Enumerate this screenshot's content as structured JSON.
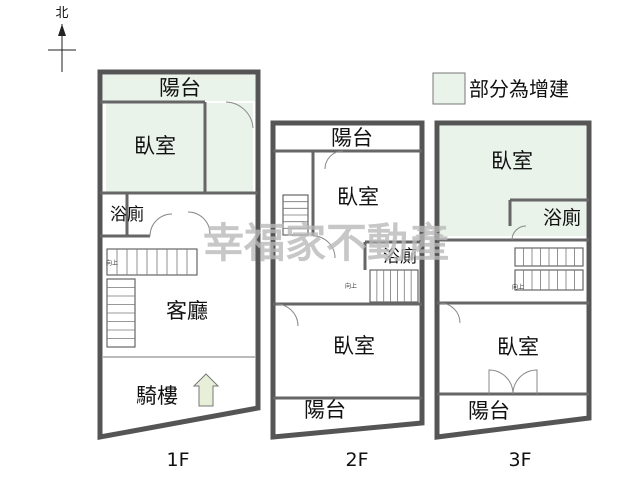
{
  "compass": {
    "north_label": "北"
  },
  "legend": {
    "label": "部分為增建",
    "color": "#eaf3ea"
  },
  "watermark": "幸福家不動產",
  "floors": [
    {
      "name": "1F",
      "rooms": {
        "balcony_top": "陽台",
        "bedroom": "臥室",
        "bathroom": "浴廁",
        "living": "客廳",
        "arcade": "騎樓"
      },
      "stair_labels": {
        "up": "向上"
      }
    },
    {
      "name": "2F",
      "rooms": {
        "balcony_top": "陽台",
        "bedroom_front": "臥室",
        "bathroom": "浴廁",
        "bedroom_rear": "臥室",
        "balcony_bottom": "陽台"
      },
      "stair_labels": {
        "up": "向上"
      }
    },
    {
      "name": "3F",
      "rooms": {
        "bedroom_front": "臥室",
        "bathroom": "浴廁",
        "bedroom_rear": "臥室",
        "balcony_bottom": "陽台"
      },
      "stair_labels": {
        "up": "向上"
      }
    }
  ],
  "colors": {
    "addition_fill": "#eaf3ea",
    "wall": "#555555",
    "watermark": "#b9b9b9"
  }
}
